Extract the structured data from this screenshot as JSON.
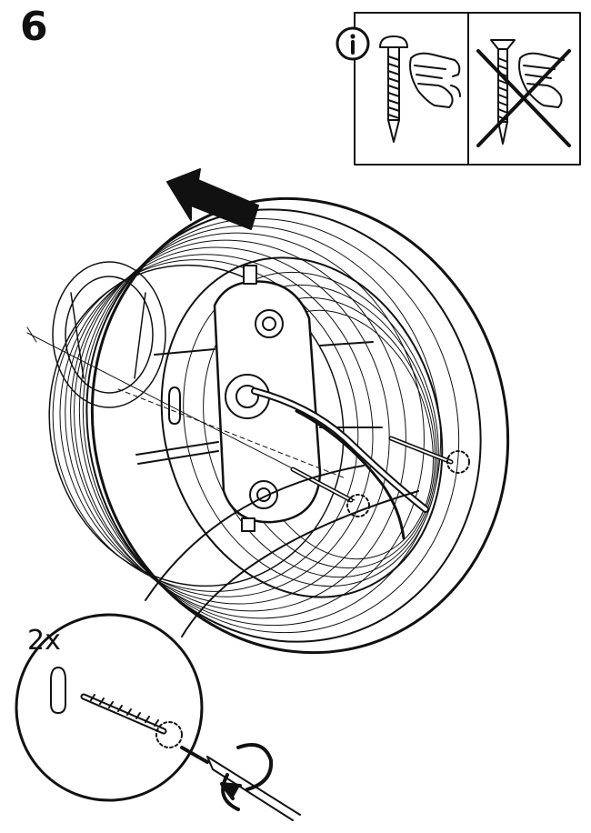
{
  "step": {
    "number": "6"
  },
  "callout": {
    "quantity": "2x"
  },
  "info_panel": {
    "info_icon": "info-icon",
    "allowed_screw": "pan-head-screw",
    "forbidden_screw": "countersunk-screw"
  },
  "colors": {
    "ink": "#111111",
    "paper": "#ffffff"
  }
}
